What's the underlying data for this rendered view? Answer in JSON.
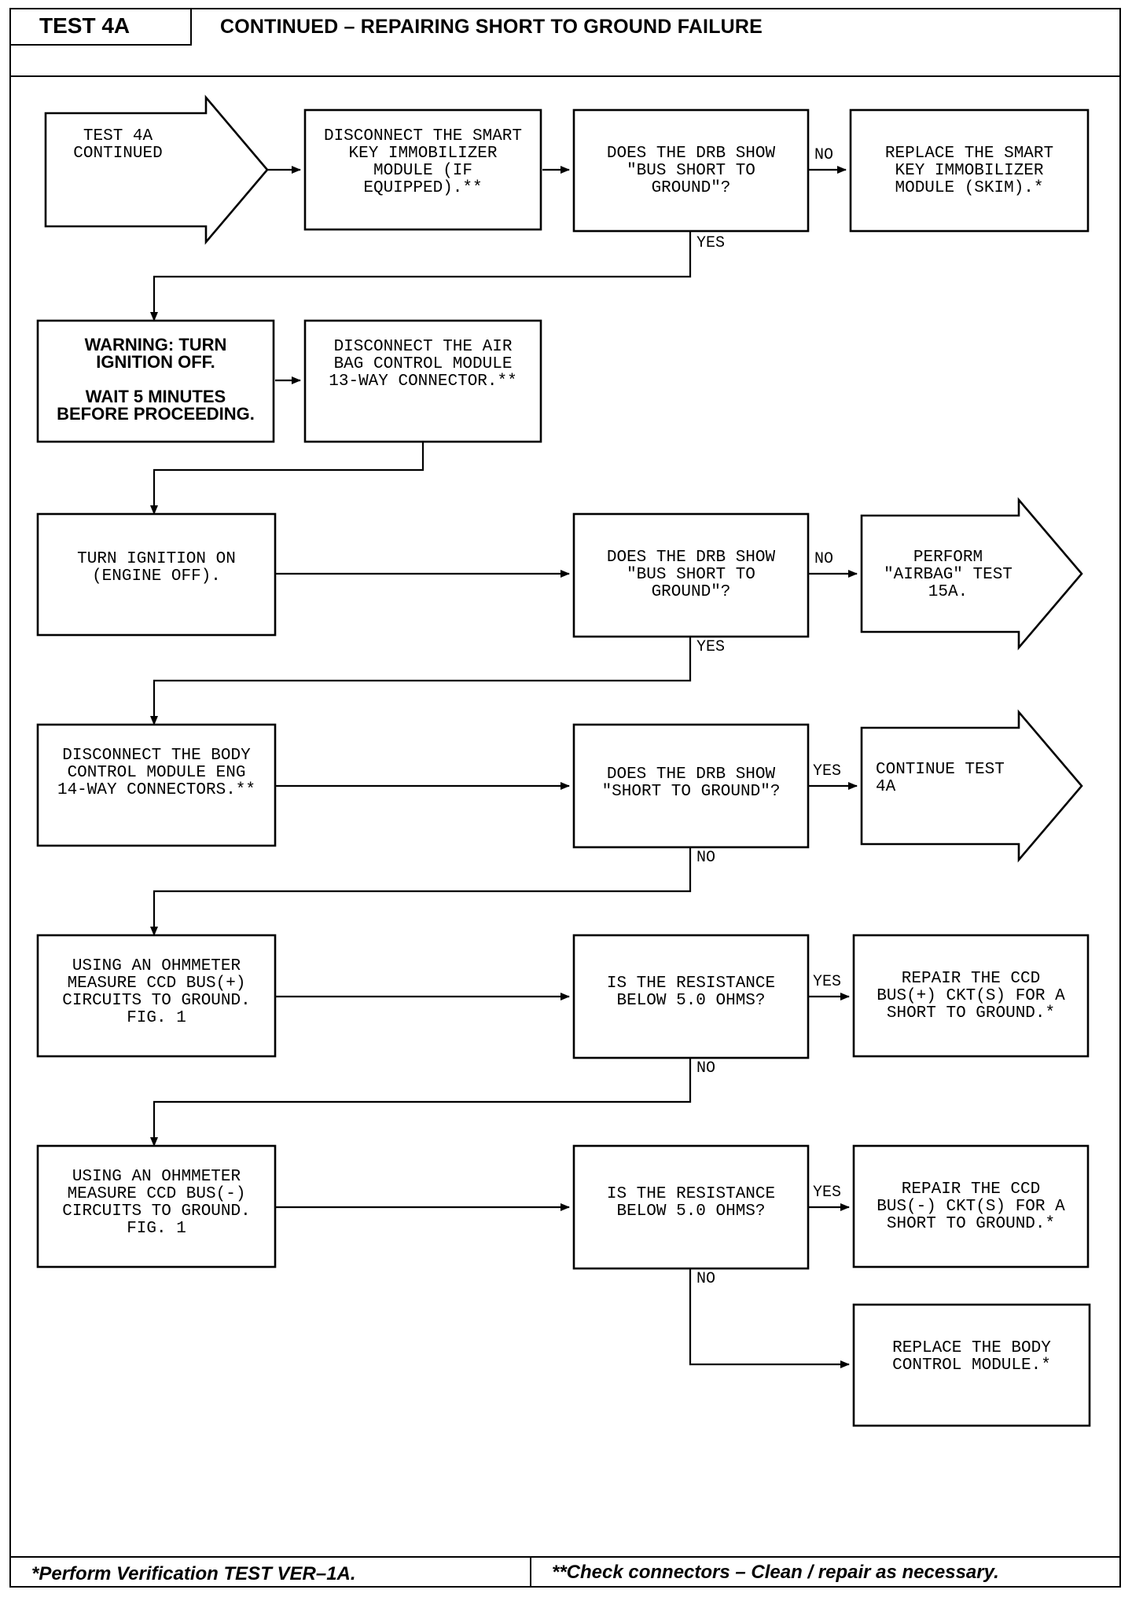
{
  "header": {
    "test_id": "TEST 4A",
    "title": "CONTINUED – REPAIRING SHORT TO GROUND FAILURE"
  },
  "nodes": {
    "start": [
      "TEST 4A",
      "CONTINUED"
    ],
    "disconnect_skim": [
      "DISCONNECT THE SMART",
      "KEY IMMOBILIZER",
      "MODULE (IF",
      "EQUIPPED).**"
    ],
    "q1": [
      "DOES THE DRB SHOW",
      "\"BUS SHORT TO",
      "GROUND\"?"
    ],
    "replace_skim": [
      "REPLACE THE SMART",
      "KEY IMMOBILIZER",
      "MODULE (SKIM).*"
    ],
    "warning": [
      "WARNING: TURN",
      "IGNITION OFF.",
      "",
      "WAIT 5 MINUTES",
      "BEFORE PROCEEDING."
    ],
    "disconnect_airbag": [
      "DISCONNECT THE AIR",
      "BAG CONTROL MODULE",
      "13-WAY CONNECTOR.**"
    ],
    "ignition_on": [
      "TURN IGNITION ON",
      "(ENGINE OFF)."
    ],
    "q2": [
      "DOES THE DRB SHOW",
      "\"BUS SHORT TO",
      "GROUND\"?"
    ],
    "perform_airbag": [
      "PERFORM",
      "\"AIRBAG\" TEST",
      "15A."
    ],
    "disconnect_bcm": [
      "DISCONNECT THE BODY",
      "CONTROL MODULE ENG",
      "14-WAY CONNECTORS.**"
    ],
    "q3": [
      "DOES THE DRB SHOW",
      "\"SHORT TO GROUND\"?"
    ],
    "continue_4a": [
      "CONTINUE TEST",
      "4A"
    ],
    "measure_plus": [
      "USING AN OHMMETER",
      "MEASURE CCD BUS(+)",
      "CIRCUITS TO GROUND.",
      "FIG. 1"
    ],
    "q4": [
      "IS THE RESISTANCE",
      "BELOW 5.0 OHMS?"
    ],
    "repair_plus": [
      "REPAIR THE CCD",
      "BUS(+) CKT(S) FOR A",
      "SHORT TO GROUND.*"
    ],
    "measure_minus": [
      "USING AN OHMMETER",
      "MEASURE CCD BUS(-)",
      "CIRCUITS TO GROUND.",
      "FIG. 1"
    ],
    "q5": [
      "IS THE RESISTANCE",
      "BELOW 5.0 OHMS?"
    ],
    "repair_minus": [
      "REPAIR THE CCD",
      "BUS(-) CKT(S) FOR A",
      "SHORT TO GROUND.*"
    ],
    "replace_bcm": [
      "REPLACE THE BODY",
      "CONTROL MODULE.*"
    ]
  },
  "labels": {
    "q1_no": "NO",
    "q1_yes": "YES",
    "q2_no": "NO",
    "q2_yes": "YES",
    "q3_yes": "YES",
    "q3_no": "NO",
    "q4_yes": "YES",
    "q4_no": "NO",
    "q5_yes": "YES",
    "q5_no": "NO"
  },
  "footer": {
    "left": "*Perform Verification TEST VER–1A.",
    "right": "**Check connectors – Clean / repair as necessary."
  }
}
